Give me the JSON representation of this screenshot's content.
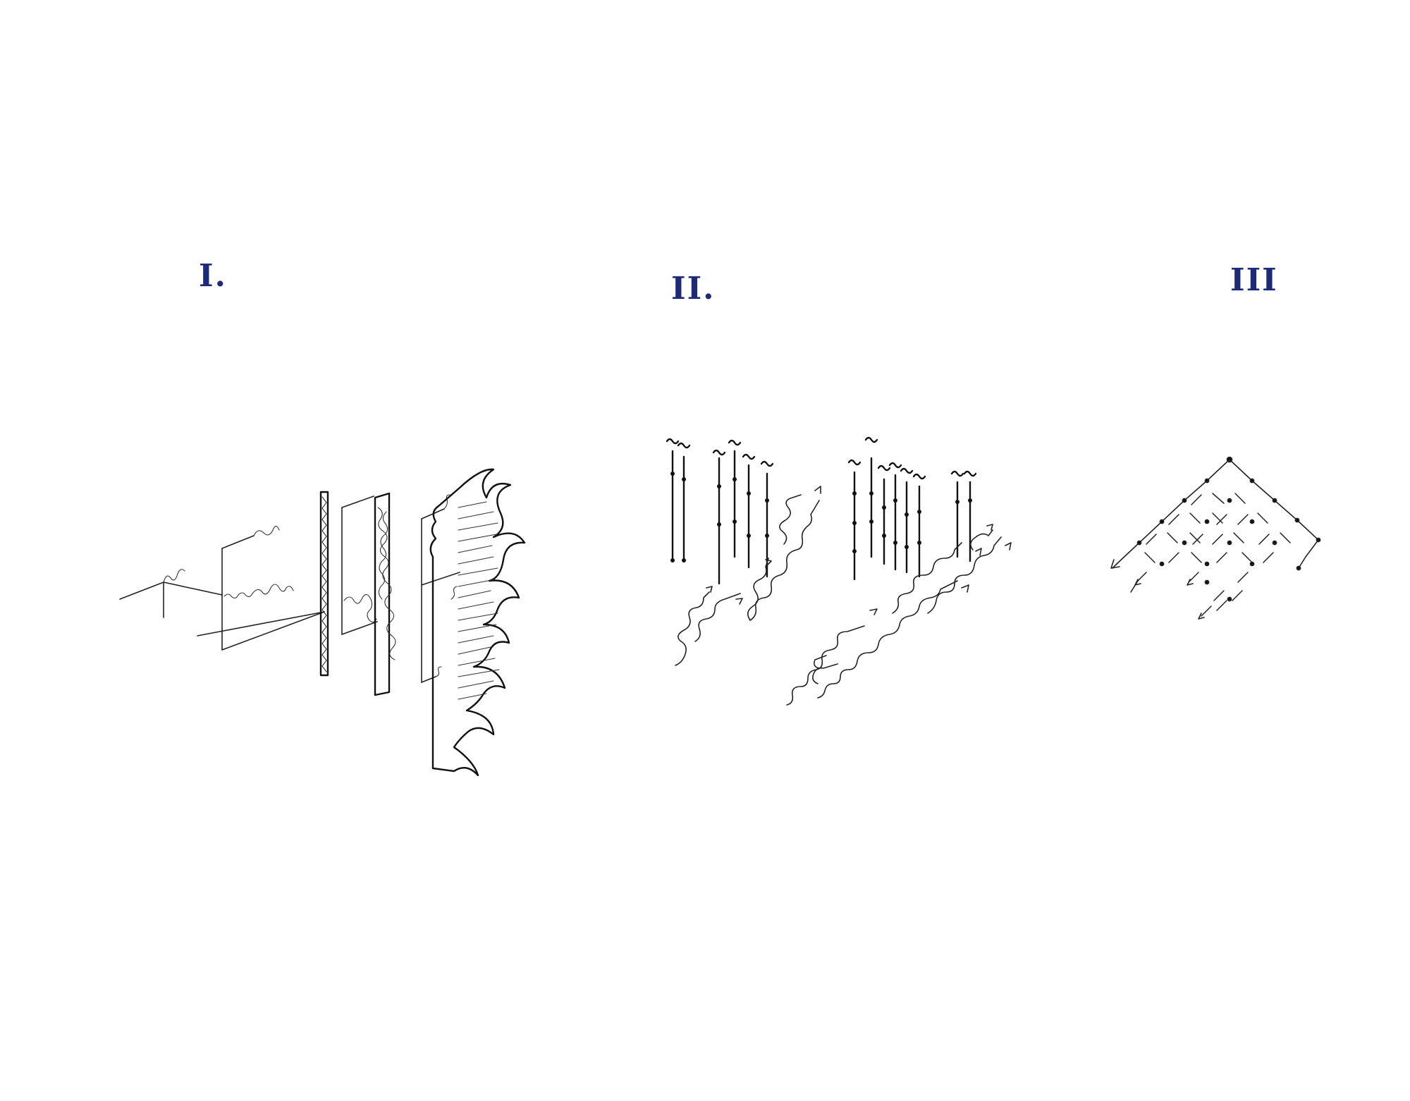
{
  "panels": [
    {
      "label": "I."
    },
    {
      "label": "II."
    },
    {
      "label": "III"
    }
  ],
  "colors": {
    "label_ink": "#1c2a78",
    "sketch_ink": "#222222",
    "paper": "#ffffff"
  }
}
